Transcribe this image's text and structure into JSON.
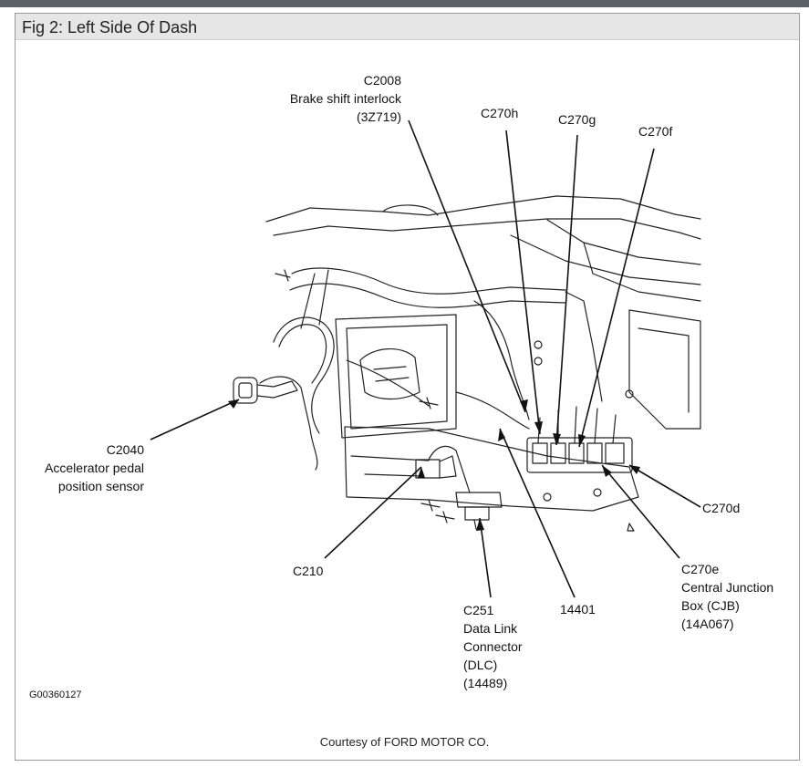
{
  "window": {
    "title": "Fig 2: Left Side Of Dash"
  },
  "labels": {
    "c2008": {
      "id": "C2008",
      "name": "Brake shift interlock",
      "part": "(3Z719)"
    },
    "c270h": "C270h",
    "c270g": "C270g",
    "c270f": "C270f",
    "c2040": {
      "id": "C2040",
      "line1": "Accelerator pedal",
      "line2": "position sensor"
    },
    "c270d": "C270d",
    "c210": "C210",
    "c251": {
      "id": "C251",
      "line1": "Data Link",
      "line2": "Connector",
      "line3": "(DLC)",
      "part": "(14489)"
    },
    "harness": "14401",
    "c270e": {
      "id": "C270e",
      "line1": "Central Junction",
      "line2": "Box (CJB)",
      "part": "(14A067)"
    }
  },
  "figure_code": "G00360127",
  "credit": "Courtesy of FORD MOTOR CO."
}
